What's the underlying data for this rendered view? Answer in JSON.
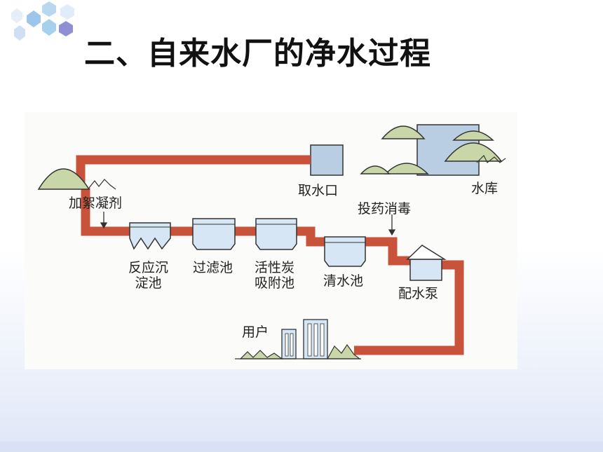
{
  "slide": {
    "title": "二、自来水厂的净水过程"
  },
  "diagram": {
    "labels": {
      "intake": "取水口",
      "reservoir": "水库",
      "coagulant": "加絮凝剂",
      "disinfect": "投药消毒",
      "sedimentation_line1": "反应沉",
      "sedimentation_line2": "淀池",
      "filter": "过滤池",
      "carbon_line1": "活性炭",
      "carbon_line2": "吸附池",
      "clear_water": "清水池",
      "pump": "配水泵",
      "users": "用户"
    },
    "colors": {
      "pipe": "#c8533a",
      "tank_fill": "#d6e6f5",
      "tank_stroke": "#333333",
      "hill": "#c9d7a8",
      "intake_box": "#b9cde3"
    }
  }
}
